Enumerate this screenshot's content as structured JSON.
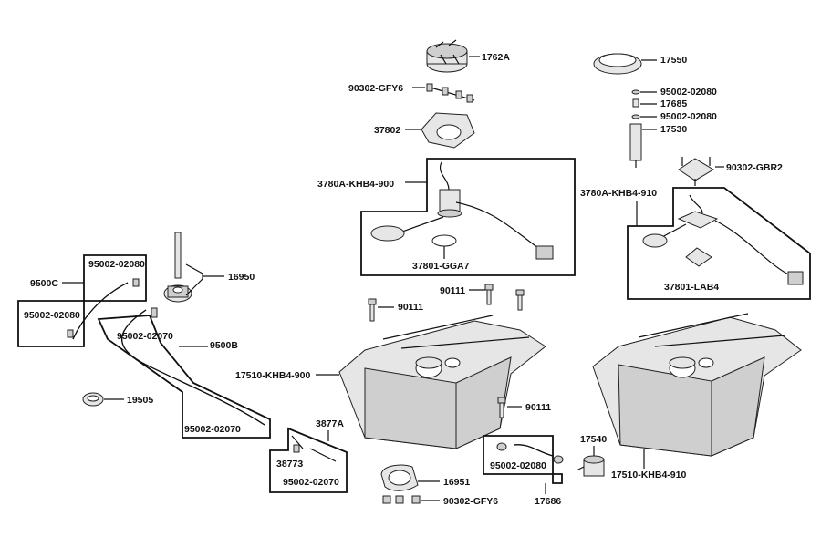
{
  "labels": {
    "p1762A": "1762A",
    "p90302_GFY6_top": "90302-GFY6",
    "p37802": "37802",
    "p3780A_KHB4_900": "3780A-KHB4-900",
    "p37801_GGA7": "37801-GGA7",
    "p17550": "17550",
    "p95002_02080_r1": "95002-02080",
    "p17685": "17685",
    "p95002_02080_r2": "95002-02080",
    "p17530": "17530",
    "p90302_GBR2": "90302-GBR2",
    "p3780A_KHB4_910": "3780A-KHB4-910",
    "p37801_LAB4": "37801-LAB4",
    "p9500C": "9500C",
    "p95002_02080_l1": "95002-02080",
    "p95002_02080_l2": "95002-02080",
    "p16950": "16950",
    "p95002_02070_a": "95002-02070",
    "p9500B": "9500B",
    "p95002_02070_b": "95002-02070",
    "p19505": "19505",
    "p90111_a": "90111",
    "p90111_b": "90111",
    "p90111_c": "90111",
    "p17510_KHB4_900": "17510-KHB4-900",
    "p3877A": "3877A",
    "p38773": "38773",
    "p95002_02070_c": "95002-02070",
    "p16951": "16951",
    "p90302_GFY6_bottom": "90302-GFY6",
    "p95002_02080_m": "95002-02080",
    "p17686": "17686",
    "p17540": "17540",
    "p17510_KHB4_910": "17510-KHB4-910"
  }
}
